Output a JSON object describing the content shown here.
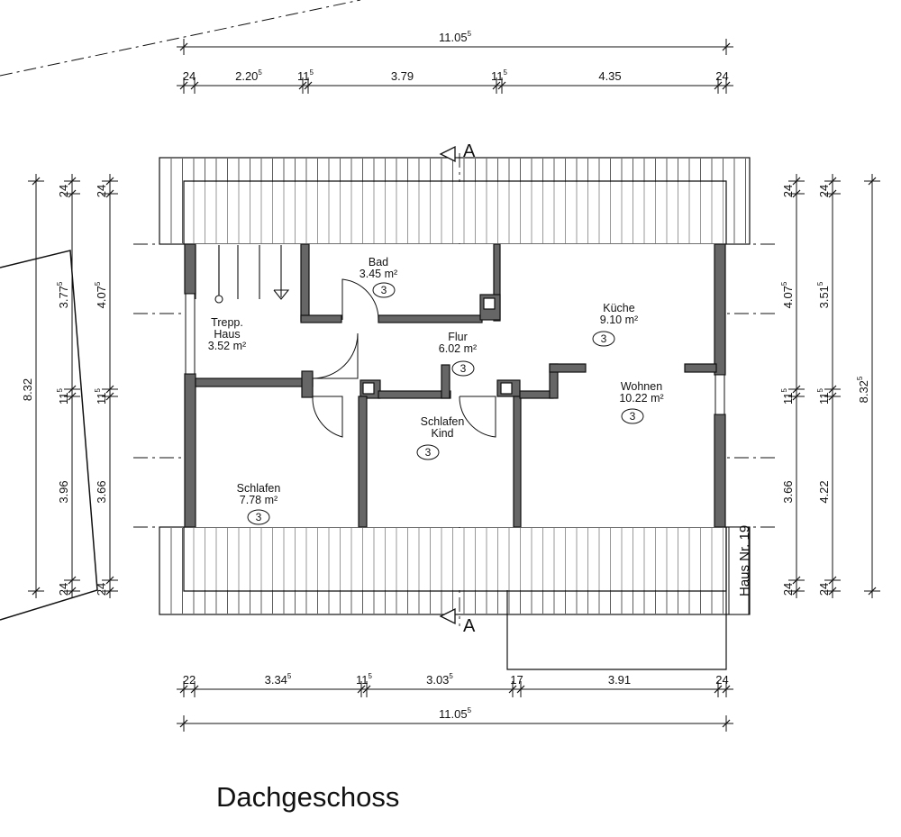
{
  "drawing": {
    "title": "Dachgeschoss",
    "section_label": "A",
    "house_label": "Haus Nr. 19"
  },
  "rooms": [
    {
      "name": "Bad",
      "area": "3.45 m²",
      "badge": "3"
    },
    {
      "name": "Küche",
      "area": "9.10 m²",
      "badge": "3"
    },
    {
      "name": "Trepp.\nHaus",
      "area": "3.52 m²"
    },
    {
      "name": "Flur",
      "area": "6.02 m²",
      "badge": "3"
    },
    {
      "name": "Wohnen",
      "area": "10.22 m²",
      "badge": "3"
    },
    {
      "name": "Schlafen\nKind",
      "badge": "3"
    },
    {
      "name": "Schlafen",
      "area": "7.78 m²",
      "badge": "3"
    }
  ],
  "dimensions": {
    "top_total": {
      "value": "11.05",
      "sup": "5"
    },
    "top_segments": [
      {
        "value": "24"
      },
      {
        "value": "2.20",
        "sup": "5"
      },
      {
        "value": "11",
        "sup": "5"
      },
      {
        "value": "3.79"
      },
      {
        "value": "11",
        "sup": "5"
      },
      {
        "value": "4.35"
      },
      {
        "value": "24"
      }
    ],
    "bottom_segments": [
      {
        "value": "22"
      },
      {
        "value": "3.34",
        "sup": "5"
      },
      {
        "value": "11",
        "sup": "5"
      },
      {
        "value": "3.03",
        "sup": "5"
      },
      {
        "value": "17"
      },
      {
        "value": "3.91"
      },
      {
        "value": "24"
      }
    ],
    "bottom_total": {
      "value": "11.05",
      "sup": "5"
    },
    "left_total": {
      "value": "8.32"
    },
    "left_a": [
      {
        "value": "24"
      },
      {
        "value": "3.77",
        "sup": "5"
      },
      {
        "value": "11",
        "sup": "5"
      },
      {
        "value": "3.96"
      },
      {
        "value": "24"
      }
    ],
    "left_b": [
      {
        "value": "24"
      },
      {
        "value": "4.07",
        "sup": "5"
      },
      {
        "value": "11",
        "sup": "5"
      },
      {
        "value": "3.66"
      },
      {
        "value": "24"
      }
    ],
    "right_a": [
      {
        "value": "24"
      },
      {
        "value": "4.07",
        "sup": "5"
      },
      {
        "value": "11",
        "sup": "5"
      },
      {
        "value": "3.66"
      },
      {
        "value": "24"
      }
    ],
    "right_b": [
      {
        "value": "24"
      },
      {
        "value": "3.51",
        "sup": "5"
      },
      {
        "value": "11",
        "sup": "5"
      },
      {
        "value": "4.22"
      },
      {
        "value": "24"
      }
    ],
    "right_total": {
      "value": "8.32",
      "sup": "5"
    }
  }
}
